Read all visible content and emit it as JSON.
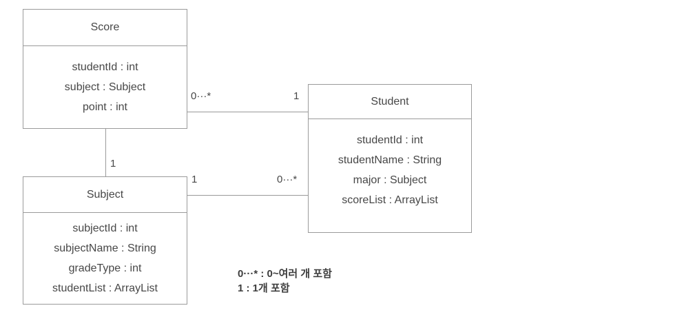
{
  "diagram": {
    "type": "uml-class-diagram",
    "classes": [
      {
        "name": "Score",
        "attributes": [
          "studentId : int",
          "subject : Subject",
          "point : int"
        ]
      },
      {
        "name": "Student",
        "attributes": [
          "studentId : int",
          "studentName : String",
          "major : Subject",
          "scoreList : ArrayList"
        ]
      },
      {
        "name": "Subject",
        "attributes": [
          "subjectId : int",
          "subjectName : String",
          "gradeType : int",
          "studentList : ArrayList"
        ]
      }
    ],
    "relationships": [
      {
        "from": "Score",
        "to": "Student",
        "from_multiplicity": "0···*",
        "to_multiplicity": "1"
      },
      {
        "from": "Score",
        "to": "Subject",
        "from_multiplicity": "",
        "to_multiplicity": "1"
      },
      {
        "from": "Subject",
        "to": "Student",
        "from_multiplicity": "1",
        "to_multiplicity": "0···*"
      }
    ],
    "legend": {
      "line1": "0···* : 0~여러 개 포함",
      "line2": "1 : 1개 포함"
    },
    "colors": {
      "border": "#9a9a9a",
      "line": "#999999",
      "text": "#474747",
      "legend_text": "#3d3d3d",
      "background": "#ffffff"
    }
  }
}
